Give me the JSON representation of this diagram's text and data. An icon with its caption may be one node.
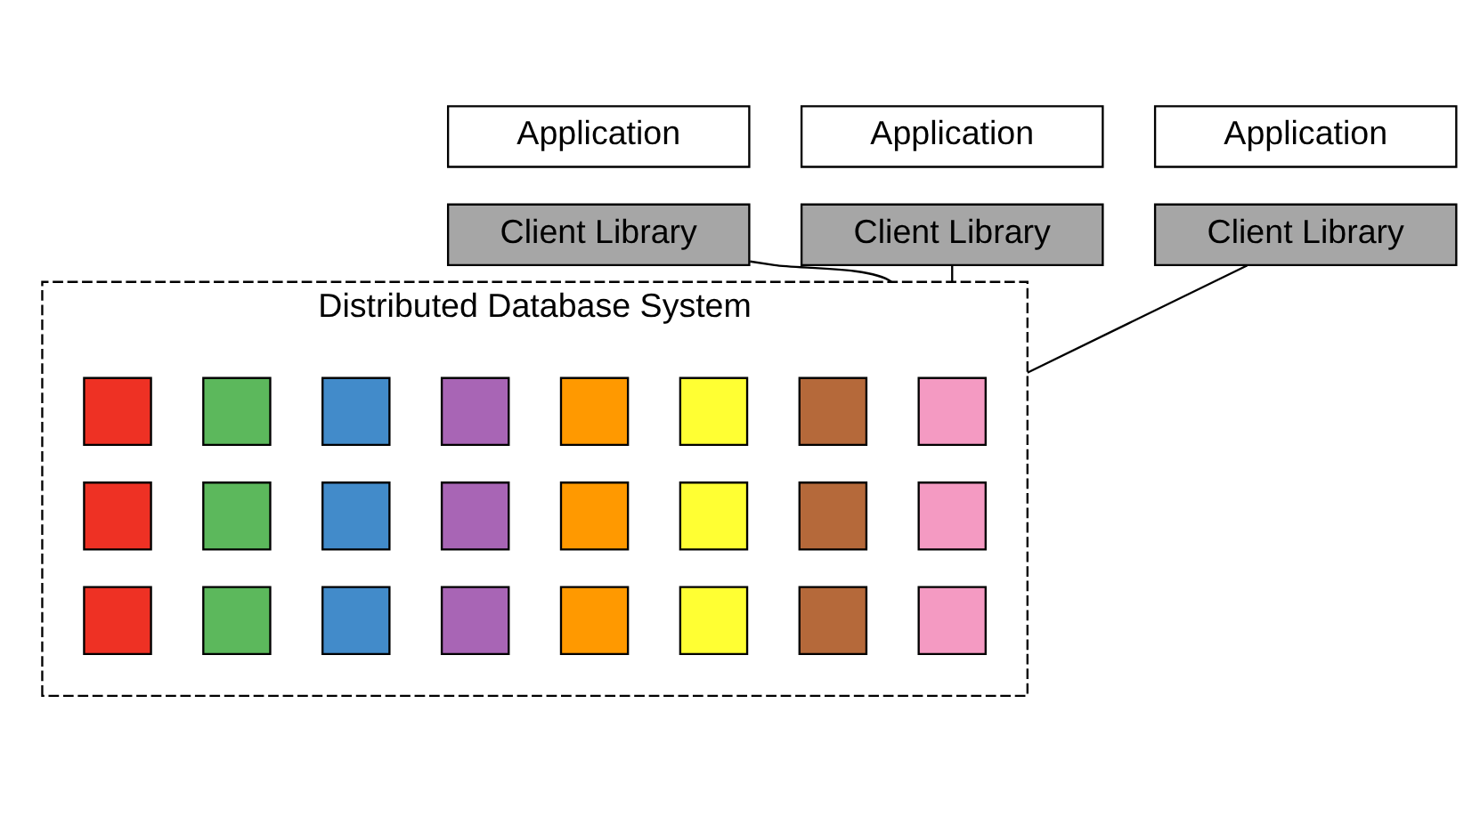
{
  "diagram": {
    "nodes": [
      {
        "text": [
          "Application"
        ]
      },
      {
        "text": [
          "Client Library"
        ]
      },
      {
        "text": [
          "Application"
        ]
      },
      {
        "text": [
          "Client Library"
        ]
      },
      {
        "text": [
          "Application"
        ]
      },
      {
        "text": [
          "Client Library"
        ]
      },
      {
        "text": [
          "Distributed Database System"
        ]
      },
      {
        "text": [],
        "shape": "box",
        "in": 6
      },
      {
        "text": [],
        "shape": "box",
        "in": 6
      },
      {
        "text": [],
        "shape": "box",
        "in": 6
      },
      {
        "text": [],
        "shape": "box",
        "in": 6
      },
      {
        "text": [],
        "shape": "box",
        "in": 6
      },
      {
        "text": [],
        "shape": "box",
        "in": 6
      },
      {
        "text": [],
        "shape": "box",
        "in": 6
      },
      {
        "text": [],
        "shape": "box",
        "in": 6
      },
      {
        "text": [],
        "shape": "box",
        "in": 6
      },
      {
        "text": [],
        "shape": "box",
        "in": 6
      },
      {
        "text": [],
        "shape": "box",
        "in": 6
      },
      {
        "text": [],
        "shape": "box",
        "in": 6
      },
      {
        "text": [],
        "shape": "box",
        "in": 6
      },
      {
        "text": [],
        "shape": "box",
        "in": 6
      },
      {
        "text": [],
        "shape": "box",
        "in": 6
      },
      {
        "text": [],
        "shape": "box",
        "in": 6
      },
      {
        "text": [],
        "shape": "box",
        "in": 6
      },
      {
        "text": [],
        "shape": "box",
        "in": 6
      },
      {
        "text": [],
        "shape": "box",
        "in": 6
      },
      {
        "text": [],
        "shape": "box",
        "in": 6
      },
      {
        "text": [],
        "shape": "box",
        "in": 6
      },
      {
        "text": [],
        "shape": "box",
        "in": 6
      },
      {
        "text": [],
        "shape": "box",
        "in": 6
      },
      {
        "text": [],
        "shape": "box",
        "in": 6
      }
    ],
    "edges": [
      {
        "from": 1,
        "to": 6,
        "arrow": "none"
      },
      {
        "from": 3,
        "to": 6,
        "arrow": "none"
      },
      {
        "from": 5,
        "to": 6,
        "arrow": "none"
      }
    ]
  }
}
